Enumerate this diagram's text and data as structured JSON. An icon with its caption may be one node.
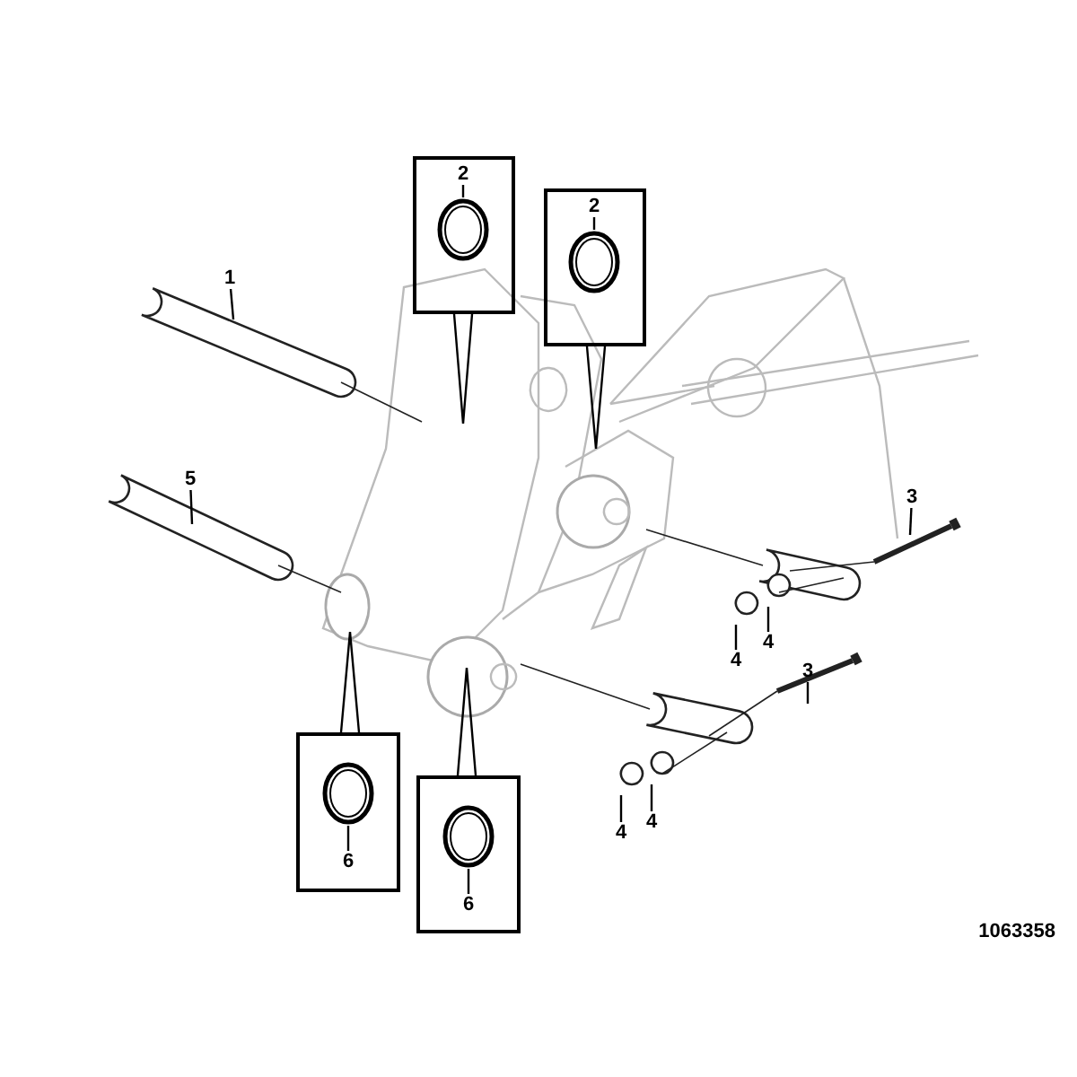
{
  "diagram": {
    "nodes": [
      {
        "text": [
          "1"
        ]
      },
      {
        "text": [
          "5"
        ]
      },
      {
        "text": [],
        "shape": "box"
      },
      {
        "text": [
          "2"
        ],
        "in": 2
      },
      {
        "text": [],
        "shape": "circle",
        "in": 2
      },
      {
        "text": [],
        "shape": "box"
      },
      {
        "text": [
          "2"
        ],
        "in": 5
      },
      {
        "text": [],
        "shape": "circle",
        "in": 5
      },
      {
        "text": [],
        "shape": "box"
      },
      {
        "text": [],
        "shape": "circle",
        "in": 8
      },
      {
        "text": [
          "6"
        ],
        "in": 8
      },
      {
        "text": [],
        "shape": "box"
      },
      {
        "text": [],
        "shape": "circle",
        "in": 11
      },
      {
        "text": [
          "6"
        ],
        "in": 11
      },
      {
        "text": [
          "3"
        ]
      },
      {
        "text": [
          "4"
        ]
      },
      {
        "text": [
          "4"
        ]
      },
      {
        "text": [
          "3"
        ]
      },
      {
        "text": [
          "4"
        ]
      },
      {
        "text": [
          "4"
        ]
      }
    ],
    "edges": [
      {
        "from": 0,
        "to": null,
        "arrow": "none"
      },
      {
        "from": 1,
        "to": null,
        "arrow": "none"
      },
      {
        "from": 2,
        "to": null,
        "arrow": "none"
      },
      {
        "from": 3,
        "to": 4,
        "arrow": "none"
      },
      {
        "from": 5,
        "to": null,
        "arrow": "none"
      },
      {
        "from": 6,
        "to": 7,
        "arrow": "none"
      },
      {
        "from": 8,
        "to": null,
        "arrow": "none"
      },
      {
        "from": 10,
        "to": 9,
        "arrow": "none"
      },
      {
        "from": 11,
        "to": null,
        "arrow": "none"
      },
      {
        "from": 13,
        "to": 12,
        "arrow": "none"
      },
      {
        "from": 14,
        "to": null,
        "arrow": "none"
      },
      {
        "from": 15,
        "to": null,
        "arrow": "none"
      },
      {
        "from": 16,
        "to": null,
        "arrow": "none"
      },
      {
        "from": 17,
        "to": null,
        "arrow": "none"
      },
      {
        "from": 18,
        "to": null,
        "arrow": "none"
      },
      {
        "from": 19,
        "to": null,
        "arrow": "none"
      }
    ],
    "labels": [
      "1063358"
    ]
  }
}
